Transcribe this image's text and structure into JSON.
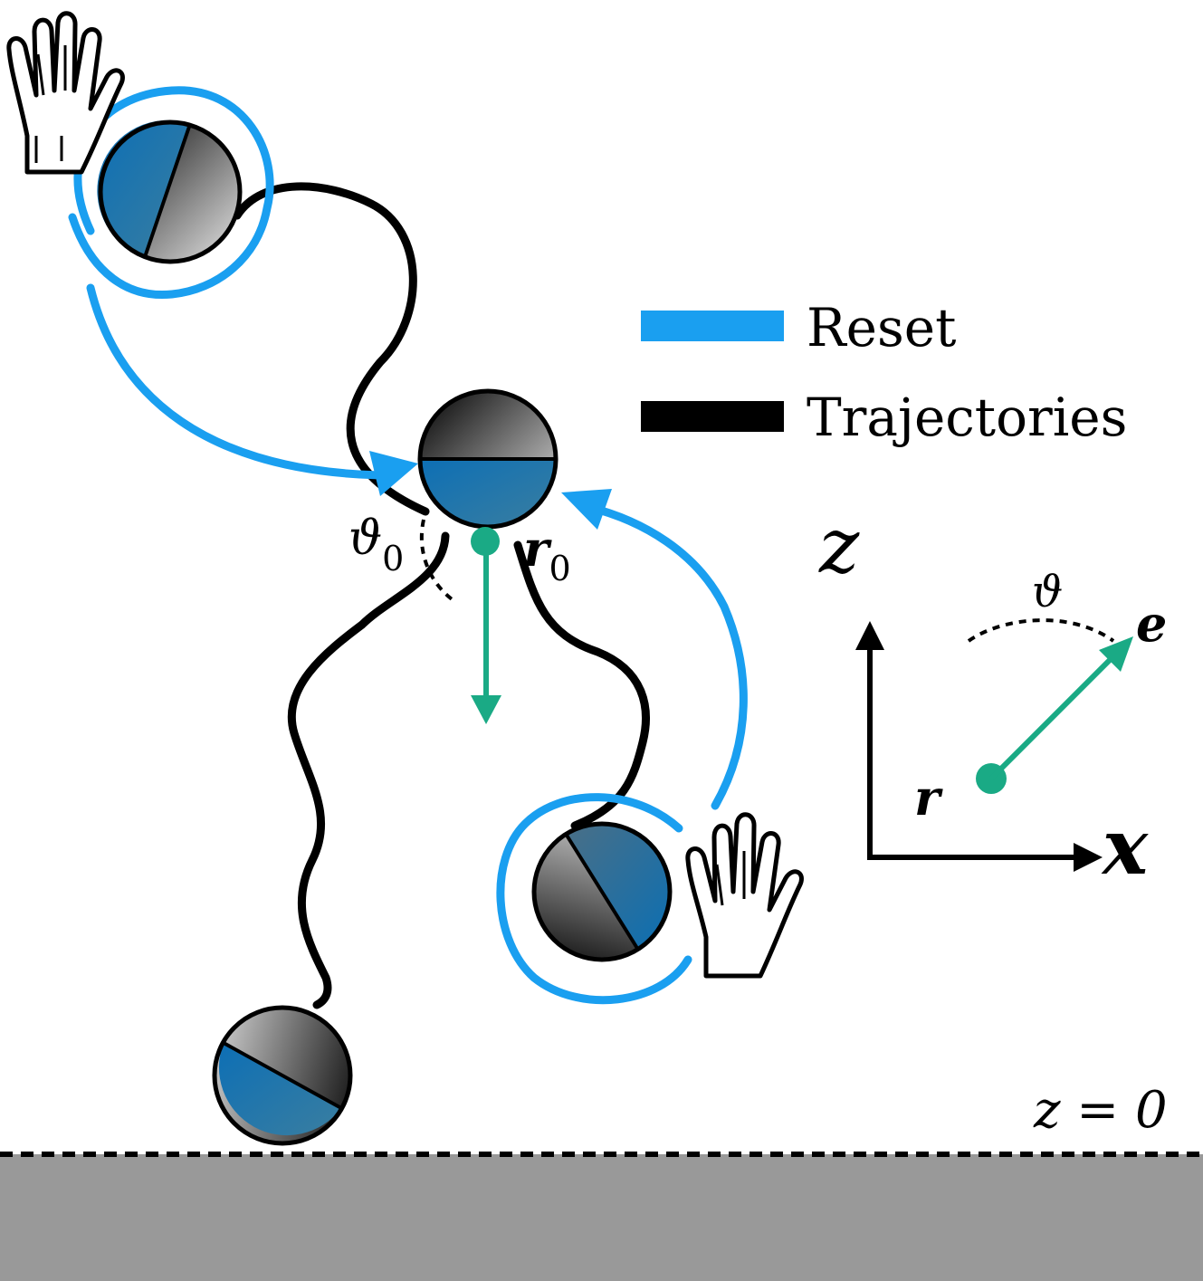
{
  "legend": {
    "reset_label": "Reset",
    "trajectories_label": "Trajectories"
  },
  "labels": {
    "theta0_symbol": "ϑ",
    "theta0_sub": "0",
    "r0_symbol": "r",
    "r0_sub": "0",
    "axis_z": "z",
    "axis_x": "x",
    "theta": "ϑ",
    "e_vector": "e",
    "r_vector": "r",
    "wall_label": "z = 0"
  },
  "colors": {
    "reset": "#1a9ff0",
    "trajectory": "#000000",
    "orientation": "#1aaa85",
    "particle_blue": "#1173b3",
    "ground": "#999999"
  },
  "icons": [
    "hand-icon",
    "hand-icon"
  ]
}
